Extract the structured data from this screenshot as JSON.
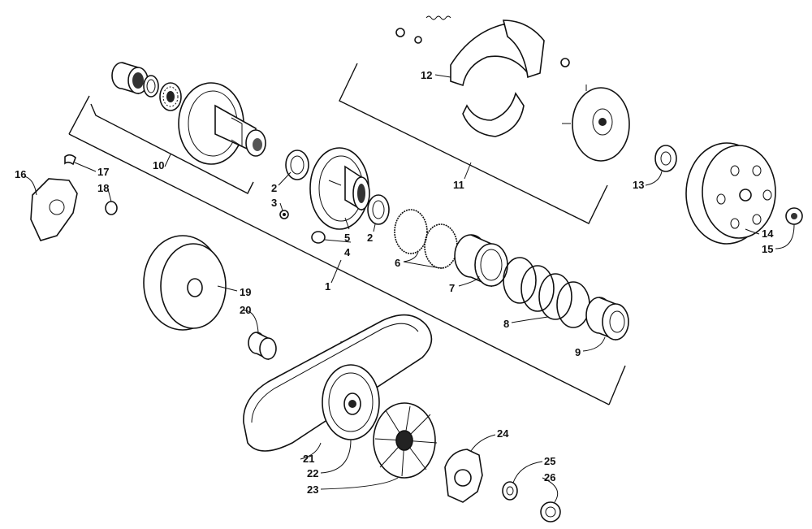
{
  "labels": {
    "l1": "1",
    "l2a": "2",
    "l2b": "2",
    "l3": "3",
    "l4": "4",
    "l5": "5",
    "l6": "6",
    "l7": "7",
    "l8": "8",
    "l9": "9",
    "l10": "10",
    "l11": "11",
    "l12": "12",
    "l13": "13",
    "l14": "14",
    "l15": "15",
    "l16": "16",
    "l17": "17",
    "l18": "18",
    "l19": "19",
    "l20": "20",
    "l21": "21",
    "l22": "22",
    "l23": "23",
    "l24": "24",
    "l25": "25",
    "l26": "26"
  }
}
